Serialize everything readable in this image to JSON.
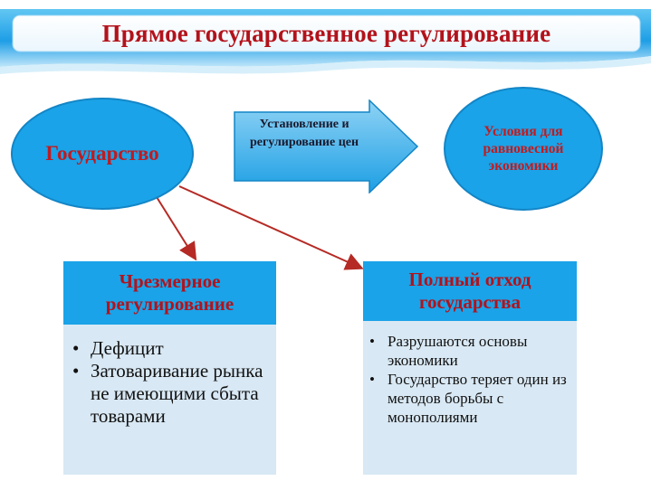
{
  "title": "Прямое государственное регулирование",
  "nodes": {
    "state": "Государство",
    "arrow_label": "Установление и регулирование цен",
    "conditions": "Условия для равновесной экономики"
  },
  "cards": {
    "left": {
      "heading": "Чрезмерное регулирование",
      "items": [
        "Дефицит",
        "Затоваривание рынка не имеющими сбыта товарами"
      ]
    },
    "right": {
      "heading": "Полный отход государства",
      "items": [
        "Разрушаются основы экономики",
        "Государство теряет один из методов борьбы с монополиями"
      ]
    }
  },
  "colors": {
    "accent_blue": "#1aa3e8",
    "title_red": "#b3121b",
    "card_body": "#d8e8f4",
    "connector": "#b52a24"
  }
}
